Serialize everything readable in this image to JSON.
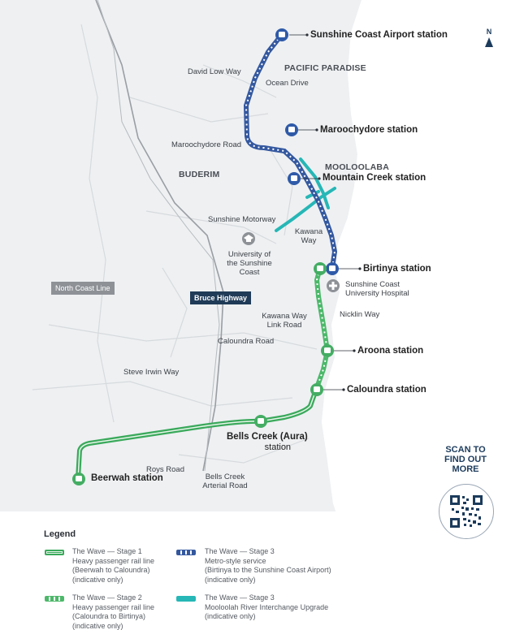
{
  "north_label": "N",
  "scan": {
    "l1": "SCAN TO",
    "l2": "FIND OUT",
    "l3": "MORE"
  },
  "stations": {
    "airport": "Sunshine Coast Airport station",
    "maroochydore": "Maroochydore station",
    "mountain_creek": "Mountain Creek station",
    "birtinya": "Birtinya station",
    "aroona": "Aroona station",
    "caloundra": "Caloundra station",
    "bells_creek_1": "Bells Creek (Aura)",
    "bells_creek_2": "station",
    "beerwah": "Beerwah station"
  },
  "places": {
    "pacific_paradise": "PACIFIC PARADISE",
    "mooloolaba": "MOOLOOLABA",
    "buderim": "BUDERIM"
  },
  "roads": {
    "david_low": "David Low Way",
    "ocean_drive": "Ocean Drive",
    "maroochydore_road": "Maroochydore Road",
    "sunshine_motorway": "Sunshine Motorway",
    "kawana_way_1": "Kawana",
    "kawana_way_2": "Way",
    "nicklin_way": "Nicklin Way",
    "kawana_link_1": "Kawana Way",
    "kawana_link_2": "Link Road",
    "caloundra_road": "Caloundra Road",
    "steve_irwin": "Steve Irwin Way",
    "roys_road": "Roys Road",
    "bells_arterial_1": "Bells Creek",
    "bells_arterial_2": "Arterial Road"
  },
  "poi": {
    "university_1": "University of",
    "university_2": "the Sunshine",
    "university_3": "Coast",
    "hospital_1": "Sunshine Coast",
    "hospital_2": "University Hospital"
  },
  "badges": {
    "bruce_highway": "Bruce Highway",
    "north_coast_line": "North Coast Line"
  },
  "colors": {
    "stage1": "#3aa95b",
    "stage2": "#4cb86a",
    "stage3_metro": "#34589f",
    "stage3_interchange": "#26b7b6",
    "station_blue": "#2f5aa8",
    "station_green": "#44ad63"
  },
  "legend": {
    "title": "Legend",
    "items": [
      {
        "name": "The Wave — Stage 1",
        "l1": "Heavy passenger rail line",
        "l2": "(Beerwah to Caloundra)",
        "l3": "(indicative only)"
      },
      {
        "name": "The Wave — Stage 2",
        "l1": "Heavy passenger rail line",
        "l2": "(Caloundra to Birtinya)",
        "l3": "(indicative only)"
      },
      {
        "name": "The Wave — Stage 3",
        "l1": "Metro-style service",
        "l2": "(Birtinya to the Sunshine Coast Airport)",
        "l3": "(indicative only)"
      },
      {
        "name": "The Wave — Stage 3",
        "l1": "Mooloolah River Interchange Upgrade",
        "l2": "(indicative only)",
        "l3": ""
      }
    ]
  }
}
